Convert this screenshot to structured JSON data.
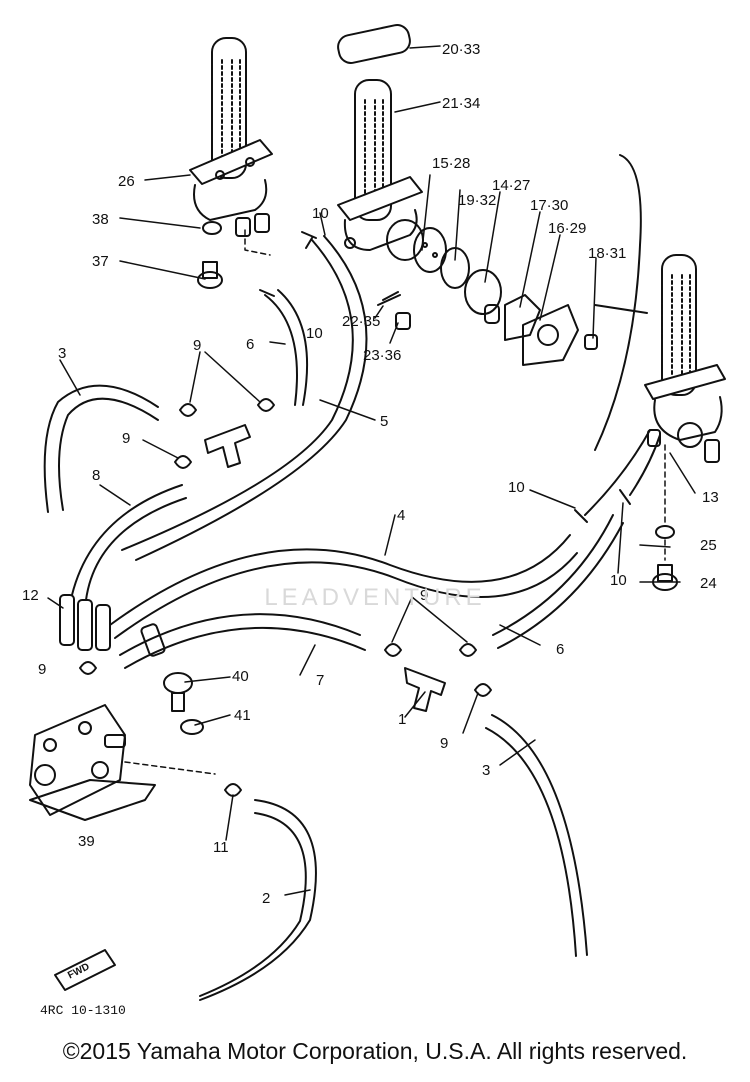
{
  "footer": {
    "copyright": "©2015 Yamaha Motor Corporation, U.S.A. All rights reserved."
  },
  "watermark": {
    "text": "LEADVENTURE"
  },
  "catalog_code": "4RC 10-1310",
  "fwd_mark": "FWD",
  "part_labels": {
    "p1": "1",
    "p2": "2",
    "p3a": "3",
    "p3b": "3",
    "p4": "4",
    "p5": "5",
    "p6a": "6",
    "p6b": "6",
    "p7": "7",
    "p8": "8",
    "p9a": "9",
    "p9b": "9",
    "p9c": "9",
    "p9d": "9",
    "p9e": "9",
    "p10a": "10",
    "p10b": "10",
    "p10c": "10",
    "p10d": "10",
    "p11": "11",
    "p12": "12",
    "p13": "13",
    "p14_27": "14·27",
    "p15_28": "15·28",
    "p16_29": "16·29",
    "p17_30": "17·30",
    "p18_31": "18·31",
    "p19_32": "19·32",
    "p20_33": "20·33",
    "p21_34": "21·34",
    "p22_35": "22·35",
    "p23_36": "23·36",
    "p24": "24",
    "p25": "25",
    "p26": "26",
    "p37": "37",
    "p38": "38",
    "p39": "39",
    "p40": "40",
    "p41": "41"
  }
}
